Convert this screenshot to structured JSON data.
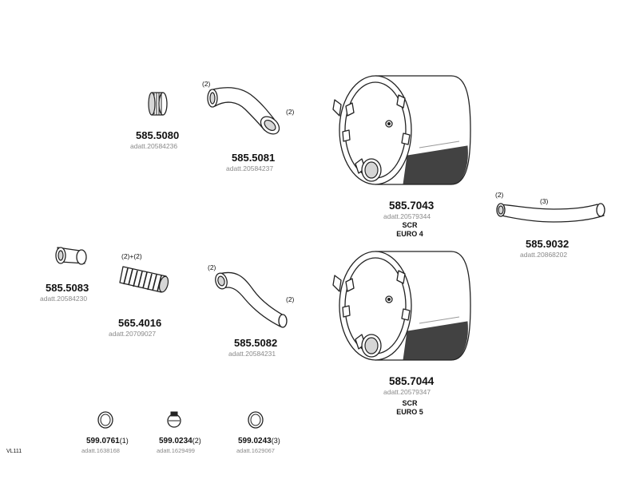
{
  "parts": [
    {
      "id": "p5080",
      "code": "585.5080",
      "ref": "adatt.20584236"
    },
    {
      "id": "p5081",
      "code": "585.5081",
      "ref": "adatt.20584237",
      "tags": [
        "(2)",
        "(2)"
      ]
    },
    {
      "id": "p7043",
      "code": "585.7043",
      "ref": "adatt.20579344",
      "note": [
        "SCR",
        "EURO 4"
      ]
    },
    {
      "id": "p9032",
      "code": "585.9032",
      "ref": "adatt.20868202",
      "tags": [
        "(2)",
        "(3)"
      ]
    },
    {
      "id": "p5083",
      "code": "585.5083",
      "ref": "adatt.20584230"
    },
    {
      "id": "p4016",
      "code": "565.4016",
      "ref": "adatt.20709027",
      "tags": [
        "(2)+(2)"
      ]
    },
    {
      "id": "p5082",
      "code": "585.5082",
      "ref": "adatt.20584231",
      "tags": [
        "(2)",
        "(2)"
      ]
    },
    {
      "id": "p7044",
      "code": "585.7044",
      "ref": "adatt.20579347",
      "note": [
        "SCR",
        "EURO 5"
      ]
    },
    {
      "id": "c0761",
      "code": "599.0761",
      "qty": "(1)",
      "ref": "adatt.1638168"
    },
    {
      "id": "c0234",
      "code": "599.0234",
      "qty": "(2)",
      "ref": "adatt.1629499"
    },
    {
      "id": "c0243",
      "code": "599.0243",
      "qty": "(3)",
      "ref": "adatt.1629067"
    }
  ],
  "sheet_code": "VL111"
}
